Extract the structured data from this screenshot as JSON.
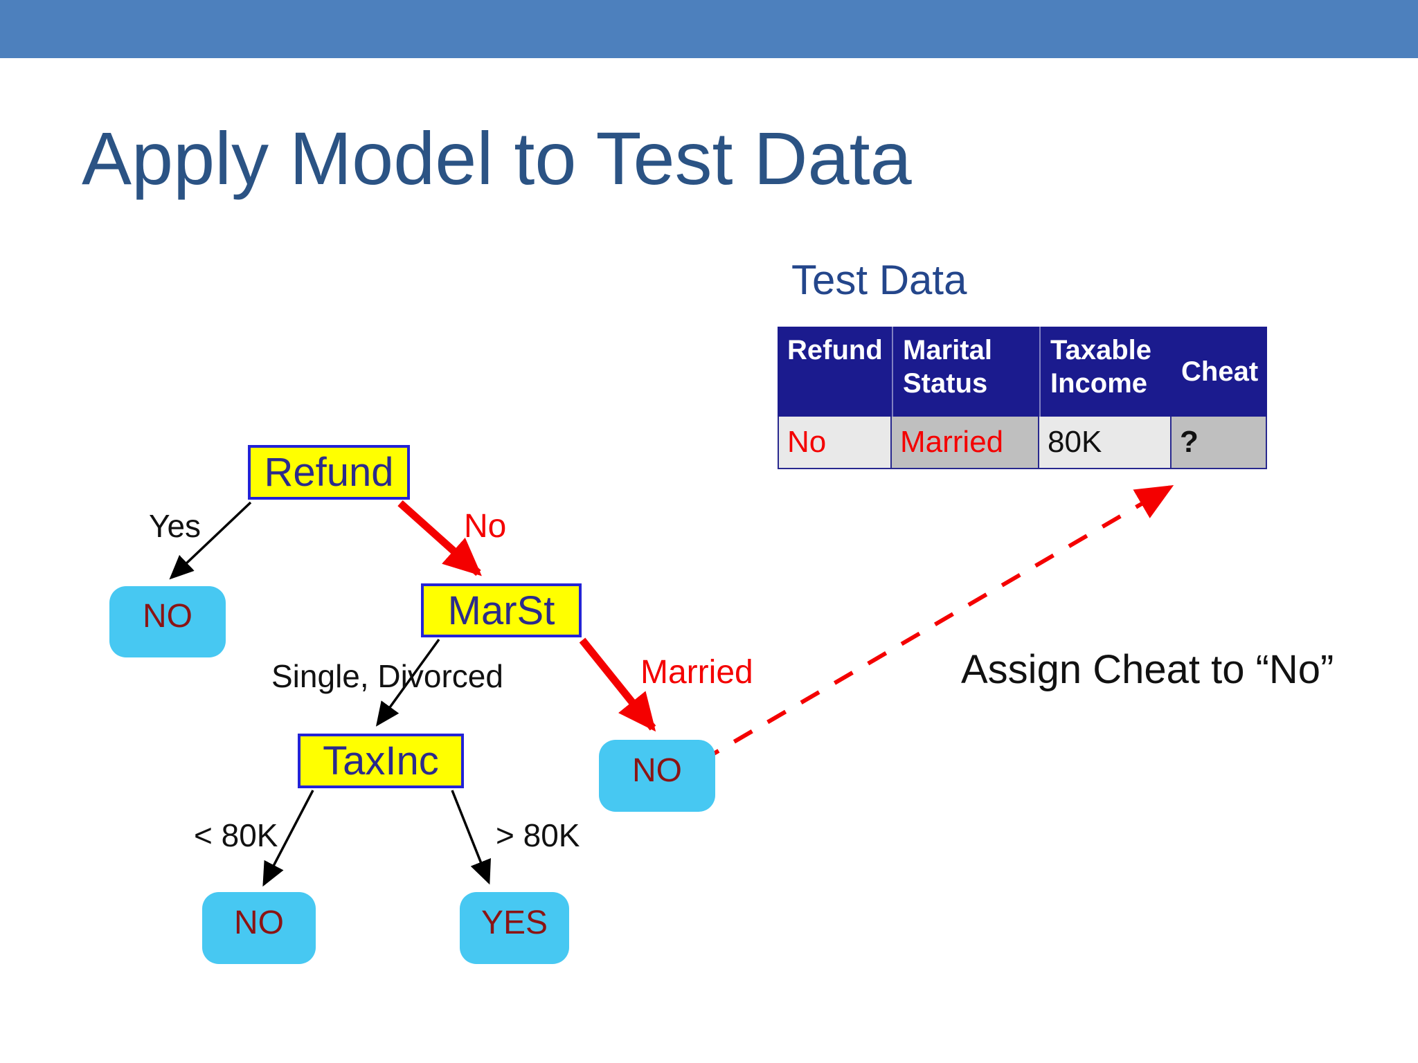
{
  "slide": {
    "title": "Apply Model to Test Data",
    "section_label": "Test Data",
    "annotation": "Assign Cheat to “No”"
  },
  "table": {
    "headers": [
      "Refund",
      "Marital Status",
      "Taxable Income",
      "Cheat"
    ],
    "row": [
      "No",
      "Married",
      "80K",
      "?"
    ]
  },
  "tree": {
    "nodes": [
      {
        "id": "refund",
        "label": "Refund",
        "type": "decision"
      },
      {
        "id": "marst",
        "label": "MarSt",
        "type": "decision"
      },
      {
        "id": "taxinc",
        "label": "TaxInc",
        "type": "decision"
      },
      {
        "id": "leaf-no-refund-yes",
        "label": "NO",
        "type": "leaf"
      },
      {
        "id": "leaf-no-married",
        "label": "NO",
        "type": "leaf"
      },
      {
        "id": "leaf-no-lt80k",
        "label": "NO",
        "type": "leaf"
      },
      {
        "id": "leaf-yes-gt80k",
        "label": "YES",
        "type": "leaf"
      }
    ],
    "edges": [
      {
        "from": "Refund",
        "to": "NO",
        "label": "Yes",
        "style": "black-thin"
      },
      {
        "from": "Refund",
        "to": "MarSt",
        "label": "No",
        "style": "red-bold"
      },
      {
        "from": "MarSt",
        "to": "TaxInc",
        "label": "Single, Divorced",
        "style": "black-thin"
      },
      {
        "from": "MarSt",
        "to": "NO",
        "label": "Married",
        "style": "red-bold"
      },
      {
        "from": "TaxInc",
        "to": "NO",
        "label": "< 80K",
        "style": "black-thin"
      },
      {
        "from": "TaxInc",
        "to": "YES",
        "label": "> 80K",
        "style": "black-thin"
      }
    ],
    "highlighted_path": "Refund = No → MarSt = Married → NO"
  },
  "colors": {
    "top_bar": "#4d80bd",
    "title_text": "#2b5384",
    "section_label_text": "#24468b",
    "annotation_text": "#111111",
    "table_header_bg": "#1b1b8e",
    "table_header_text": "#ffffff",
    "cell_light_bg": "#e9e9e9",
    "cell_dark_bg": "#bfbfbf",
    "highlight_red": "#f40000",
    "node_fill": "#ffff00",
    "node_border": "#2323d6",
    "node_text": "#2b2b8c",
    "leaf_fill": "#47c8f2",
    "leaf_text": "#8b1414",
    "edge_black": "#000000"
  }
}
